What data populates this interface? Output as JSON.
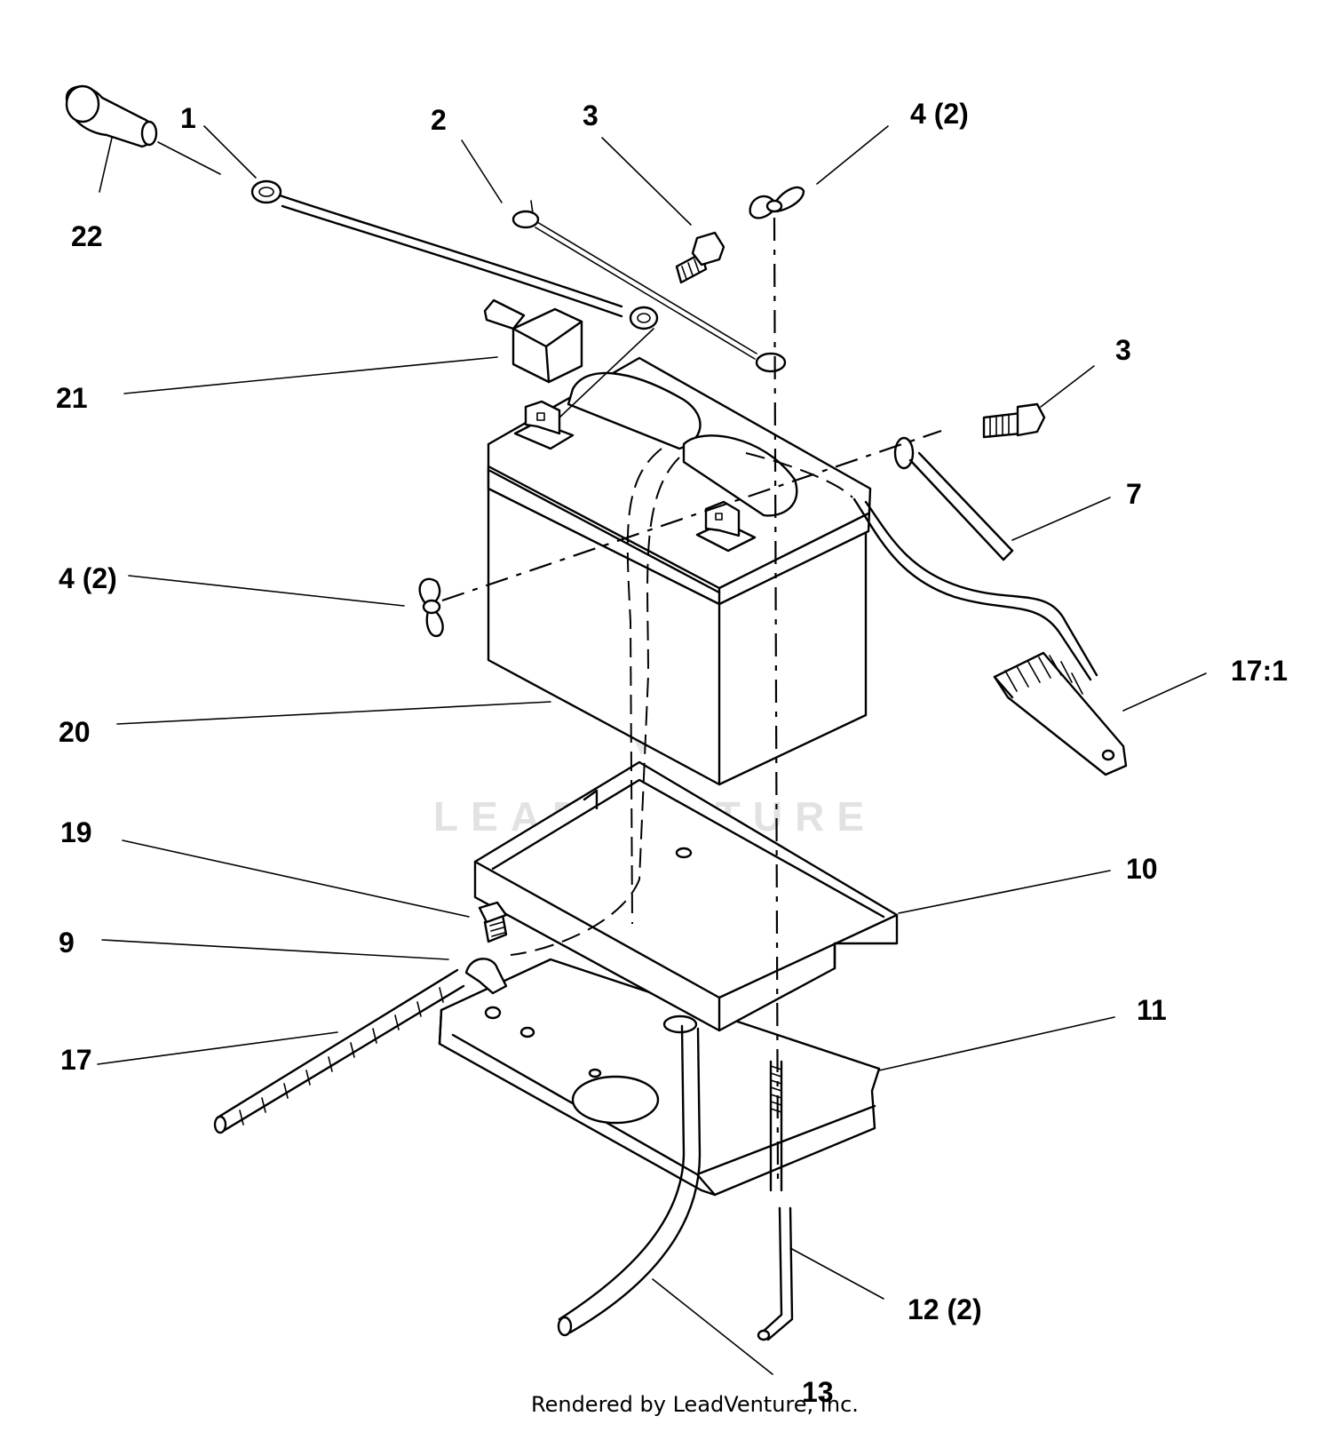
{
  "watermark": "LEADVENTURE",
  "credit": "Rendered by LeadVenture, Inc.",
  "callouts": [
    {
      "id": "1",
      "text": "1"
    },
    {
      "id": "2",
      "text": "2"
    },
    {
      "id": "3a",
      "text": "3"
    },
    {
      "id": "4a",
      "text": "4 (2)"
    },
    {
      "id": "22",
      "text": "22"
    },
    {
      "id": "21",
      "text": "21"
    },
    {
      "id": "3b",
      "text": "3"
    },
    {
      "id": "7",
      "text": "7"
    },
    {
      "id": "4b",
      "text": "4 (2)"
    },
    {
      "id": "17-1",
      "text": "17:1"
    },
    {
      "id": "20",
      "text": "20"
    },
    {
      "id": "19",
      "text": "19"
    },
    {
      "id": "10",
      "text": "10"
    },
    {
      "id": "9",
      "text": "9"
    },
    {
      "id": "11",
      "text": "11"
    },
    {
      "id": "17",
      "text": "17"
    },
    {
      "id": "12",
      "text": "12 (2)"
    },
    {
      "id": "13",
      "text": "13"
    }
  ]
}
